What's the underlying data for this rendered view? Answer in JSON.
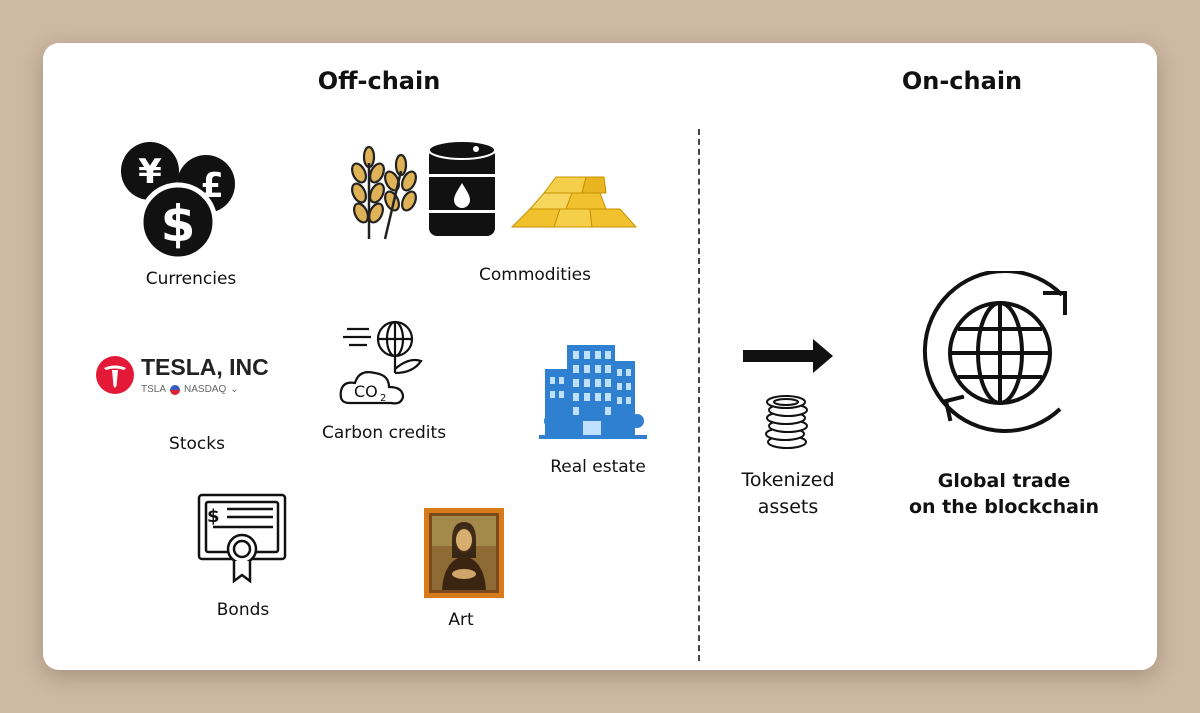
{
  "headings": {
    "off_chain": "Off-chain",
    "on_chain": "On-chain"
  },
  "assets": {
    "currencies": "Currencies",
    "commodities": "Commodities",
    "stocks": "Stocks",
    "carbon_credits": "Carbon credits",
    "real_estate": "Real estate",
    "bonds": "Bonds",
    "art": "Art"
  },
  "tesla": {
    "name": "TESLA, INC",
    "ticker": "TSLA",
    "exchange": "NASDAQ"
  },
  "carbon_symbol": {
    "co": "CO",
    "sub": "2"
  },
  "currency_symbols": {
    "yen": "¥",
    "pound": "£",
    "dollar": "$"
  },
  "bond_symbol": "$",
  "on_chain": {
    "tokenized_line1": "Tokenized",
    "tokenized_line2": "assets",
    "global_line1": "Global trade",
    "global_line2": "on the blockchain"
  },
  "colors": {
    "background": "#cdb9a4",
    "card": "#ffffff",
    "tesla_red": "#e31937",
    "building_blue": "#2f80d1",
    "gold": "#f2c12e",
    "frame_orange": "#d97a1a"
  }
}
